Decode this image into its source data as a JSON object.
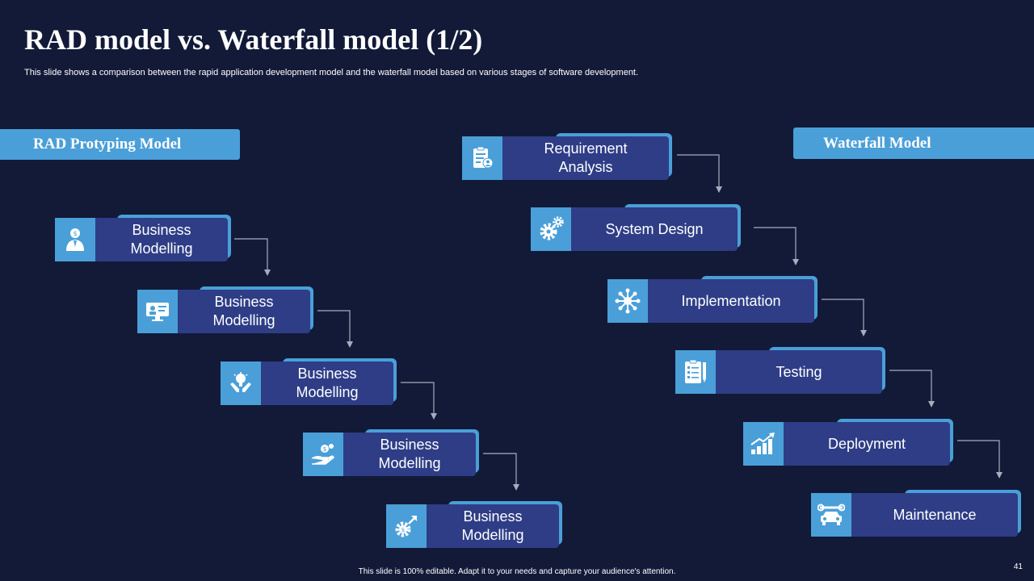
{
  "slide": {
    "title": "RAD model vs. Waterfall model (1/2)",
    "subtitle": "This slide shows a comparison between the rapid application development model and the waterfall model based on various stages of software development.",
    "footer": "This slide is 100% editable.  Adapt it to your needs and capture your audience's attention.",
    "page_number": "41"
  },
  "rad": {
    "header": "RAD Protyping Model",
    "steps": [
      {
        "label": "Business\nModelling",
        "icon": "businessman-icon"
      },
      {
        "label": "Business\nModelling",
        "icon": "monitor-profile-icon"
      },
      {
        "label": "Business\nModelling",
        "icon": "idea-hands-icon"
      },
      {
        "label": "Business\nModelling",
        "icon": "money-hand-icon"
      },
      {
        "label": "Business\nModelling",
        "icon": "growth-gear-icon"
      }
    ]
  },
  "waterfall": {
    "header": "Waterfall Model",
    "steps": [
      {
        "label": "Requirement\nAnalysis",
        "icon": "clipboard-user-icon"
      },
      {
        "label": "System Design",
        "icon": "gears-icon"
      },
      {
        "label": "Implementation",
        "icon": "network-hub-icon"
      },
      {
        "label": "Testing",
        "icon": "checklist-icon"
      },
      {
        "label": "Deployment",
        "icon": "bar-chart-growth-icon"
      },
      {
        "label": "Maintenance",
        "icon": "car-wrench-icon"
      }
    ]
  },
  "colors": {
    "background": "#121a38",
    "accent": "#4a9fd8",
    "box": "#2e3d86",
    "connector": "#a7adbd"
  }
}
